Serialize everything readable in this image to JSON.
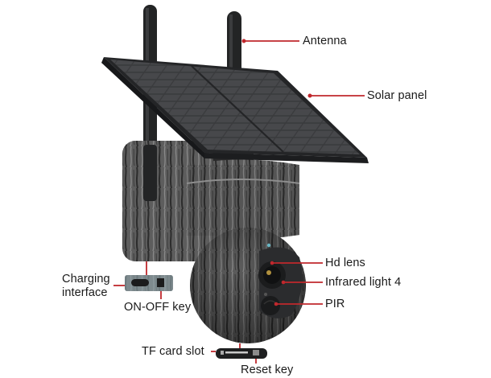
{
  "diagram": {
    "subject": "Solar-powered PTZ security camera (tree-bark camouflage)",
    "leader_line_color": "#c0282d",
    "label_color": "#1a1a1a",
    "callouts": [
      {
        "id": "antenna",
        "label": "Antenna"
      },
      {
        "id": "solar-panel",
        "label": "Solar panel"
      },
      {
        "id": "charging-interface",
        "label": "Charging interface",
        "line1": "Charging",
        "line2": "interface"
      },
      {
        "id": "on-off-key",
        "label": "ON-OFF key"
      },
      {
        "id": "hd-lens",
        "label": "Hd lens"
      },
      {
        "id": "infrared-light",
        "label": "Infrared light 4"
      },
      {
        "id": "pir",
        "label": "PIR"
      },
      {
        "id": "tf-card-slot",
        "label": "TF card slot"
      },
      {
        "id": "reset-key",
        "label": "Reset key"
      }
    ]
  }
}
